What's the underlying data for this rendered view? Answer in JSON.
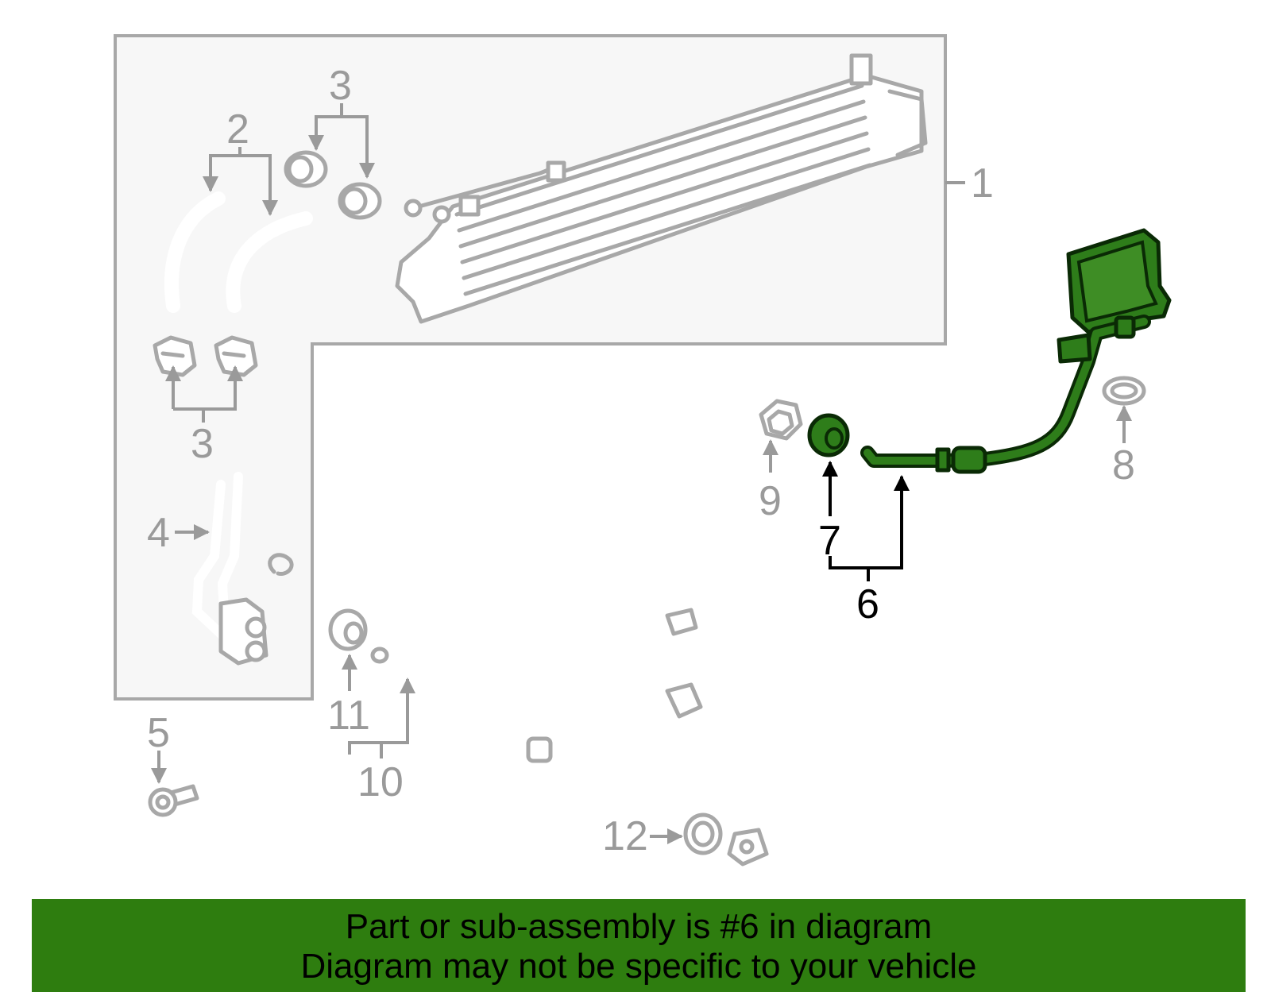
{
  "callouts": {
    "c1": "1",
    "c2": "2",
    "c3a": "3",
    "c3b": "3",
    "c4": "4",
    "c5": "5",
    "c6": "6",
    "c7": "7",
    "c8": "8",
    "c9": "9",
    "c10": "10",
    "c11": "11",
    "c12": "12"
  },
  "highlighted_part": "6",
  "highlight_color": "#2e7d0f",
  "banner": {
    "line1": "Part or sub-assembly is #6 in diagram",
    "line2": "Diagram may not be specific to your vehicle"
  }
}
